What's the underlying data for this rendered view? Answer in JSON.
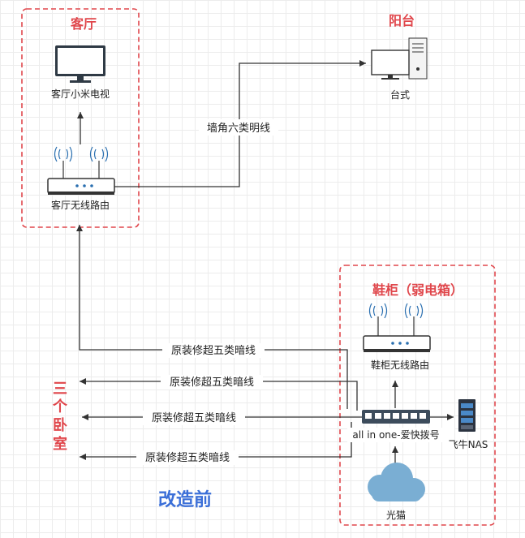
{
  "zones": {
    "living": "客厅",
    "balcony": "阳台",
    "cabinet": "鞋柜（弱电箱）",
    "bedrooms": [
      "三",
      "个",
      "卧",
      "室"
    ]
  },
  "devices": {
    "tv": "客厅小米电视",
    "desktop": "台式",
    "living_router": "客厅无线路由",
    "cabinet_router": "鞋柜无线路由",
    "aio": "all in one-爱快拨号",
    "nas": "飞牛NAS",
    "modem": "光猫"
  },
  "links": {
    "wall_cable": "墙角六类明线",
    "hidden_cable_1": "原装修超五类暗线",
    "hidden_cable_2": "原装修超五类暗线",
    "hidden_cable_3": "原装修超五类暗线",
    "hidden_cable_4": "原装修超五类暗线"
  },
  "caption": "改造前",
  "colors": {
    "zone_border": "#e0474c",
    "caption": "#3b6fd8",
    "line": "#333333",
    "cloud": "#7aaed3",
    "switch": "#3d4c5c"
  }
}
